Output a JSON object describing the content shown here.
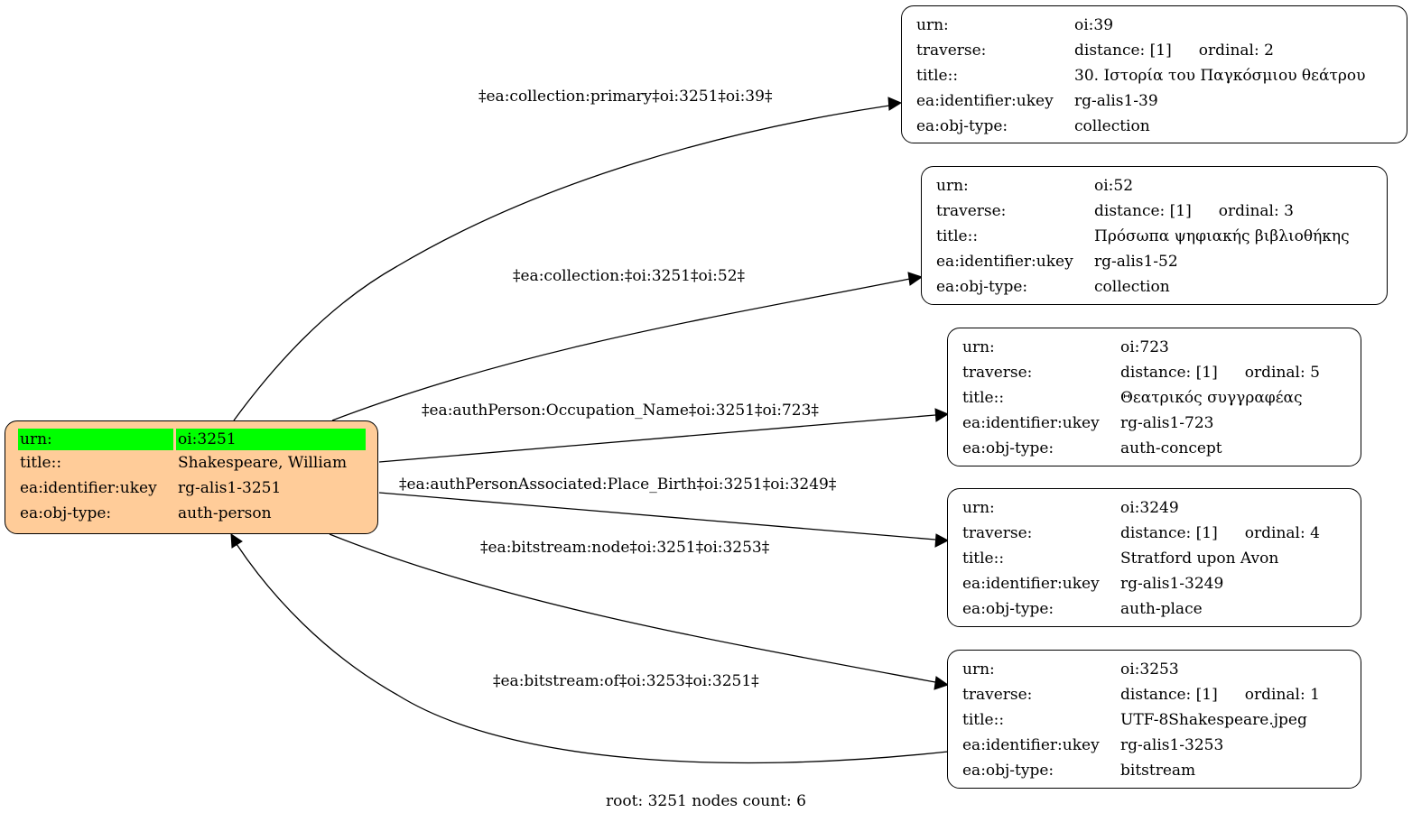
{
  "root": {
    "rows": [
      {
        "key": "urn:",
        "value": "oi:3251"
      },
      {
        "key": "title::",
        "value": "Shakespeare, William"
      },
      {
        "key": "ea:identifier:ukey",
        "value": "rg-alis1-3251"
      },
      {
        "key": "ea:obj-type:",
        "value": "auth-person"
      }
    ],
    "fill_color": "#ffcc99",
    "highlight_color": "#00ff00"
  },
  "nodes": [
    {
      "urn": "oi:39",
      "distance": "distance: [1]",
      "ordinal": "ordinal: 2",
      "title": "30. Ιστορία του Παγκόσμιου θεάτρου",
      "ukey": "rg-alis1-39",
      "obj_type": "collection"
    },
    {
      "urn": "oi:52",
      "distance": "distance: [1]",
      "ordinal": "ordinal: 3",
      "title": "Πρόσωπα ψηφιακής βιβλιοθήκης",
      "ukey": "rg-alis1-52",
      "obj_type": "collection"
    },
    {
      "urn": "oi:723",
      "distance": "distance: [1]",
      "ordinal": "ordinal: 5",
      "title": "Θεατρικός συγγραφέας",
      "ukey": "rg-alis1-723",
      "obj_type": "auth-concept"
    },
    {
      "urn": "oi:3249",
      "distance": "distance: [1]",
      "ordinal": "ordinal: 4",
      "title": "Stratford upon Avon",
      "ukey": "rg-alis1-3249",
      "obj_type": "auth-place"
    },
    {
      "urn": "oi:3253",
      "distance": "distance: [1]",
      "ordinal": "ordinal: 1",
      "title": "UTF-8Shakespeare.jpeg",
      "ukey": "rg-alis1-3253",
      "obj_type": "bitstream"
    }
  ],
  "labels": {
    "urn": "urn:",
    "traverse": "traverse:",
    "title": "title::",
    "ukey": "ea:identifier:ukey",
    "obj_type": "ea:obj-type:"
  },
  "edges": [
    {
      "label": "‡ea:collection:primary‡oi:3251‡oi:39‡"
    },
    {
      "label": "‡ea:collection:‡oi:3251‡oi:52‡"
    },
    {
      "label": "‡ea:authPerson:Occupation_Name‡oi:3251‡oi:723‡"
    },
    {
      "label": "‡ea:authPersonAssociated:Place_Birth‡oi:3251‡oi:3249‡"
    },
    {
      "label": "‡ea:bitstream:node‡oi:3251‡oi:3253‡"
    },
    {
      "label": "‡ea:bitstream:of‡oi:3253‡oi:3251‡"
    }
  ],
  "footer": "root: 3251 nodes count: 6"
}
